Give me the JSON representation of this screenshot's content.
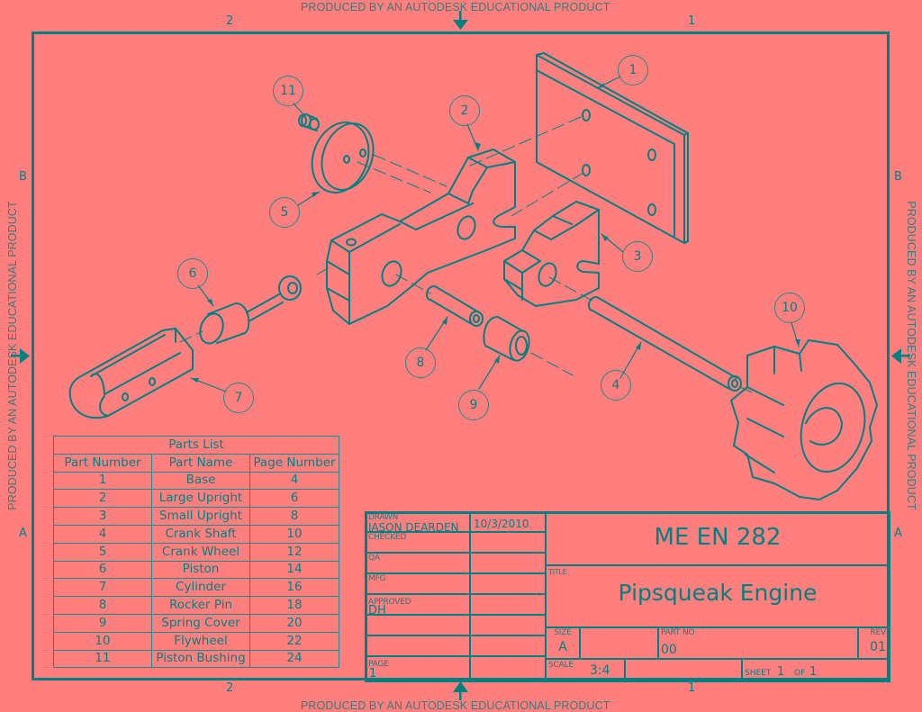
{
  "watermark": "PRODUCED BY AN AUTODESK EDUCATIONAL PRODUCT",
  "zones": {
    "columns": [
      "2",
      "1"
    ],
    "rows": [
      "B",
      "A"
    ]
  },
  "colors": {
    "background": "#ff7f7f",
    "line": "#008080",
    "watermark": "#3a7a78"
  },
  "balloons": [
    {
      "number": "1",
      "part": "Base"
    },
    {
      "number": "2",
      "part": "Large Upright"
    },
    {
      "number": "3",
      "part": "Small Upright"
    },
    {
      "number": "4",
      "part": "Crank Shaft"
    },
    {
      "number": "5",
      "part": "Crank Wheel"
    },
    {
      "number": "6",
      "part": "Piston"
    },
    {
      "number": "7",
      "part": "Cylinder"
    },
    {
      "number": "8",
      "part": "Rocker Pin"
    },
    {
      "number": "9",
      "part": "Spring Cover"
    },
    {
      "number": "10",
      "part": "Flywheel"
    },
    {
      "number": "11",
      "part": "Piston Bushing"
    }
  ],
  "parts_list": {
    "title": "Parts List",
    "headers": [
      "Part Number",
      "Part Name",
      "Page Number"
    ],
    "rows": [
      [
        "1",
        "Base",
        "4"
      ],
      [
        "2",
        "Large Upright",
        "6"
      ],
      [
        "3",
        "Small Upright",
        "8"
      ],
      [
        "4",
        "Crank Shaft",
        "10"
      ],
      [
        "5",
        "Crank Wheel",
        "12"
      ],
      [
        "6",
        "Piston",
        "14"
      ],
      [
        "7",
        "Cylinder",
        "16"
      ],
      [
        "8",
        "Rocker Pin",
        "18"
      ],
      [
        "9",
        "Spring Cover",
        "20"
      ],
      [
        "10",
        "Flywheel",
        "22"
      ],
      [
        "11",
        "Piston Bushing",
        "24"
      ]
    ]
  },
  "title_block": {
    "drawn_label": "DRAWN",
    "drawn_by": "JASON DEARDEN",
    "drawn_date": "10/3/2010",
    "checked_label": "CHECKED",
    "qa_label": "QA",
    "mfg_label": "MFG",
    "approved_label": "APPROVED",
    "approved_by": "DH",
    "page_label": "PAGE",
    "page": "1",
    "course": "ME EN 282",
    "title_label": "TITLE",
    "title": "Pipsqueak Engine",
    "size_label": "SIZE",
    "size": "A",
    "part_no_label": "PART NO",
    "part_no": "00",
    "rev_label": "REV",
    "rev": "01",
    "scale_label": "SCALE",
    "scale": "3:4",
    "sheet_label": "SHEET",
    "sheet": "1",
    "of_label": "OF",
    "of": "1"
  }
}
